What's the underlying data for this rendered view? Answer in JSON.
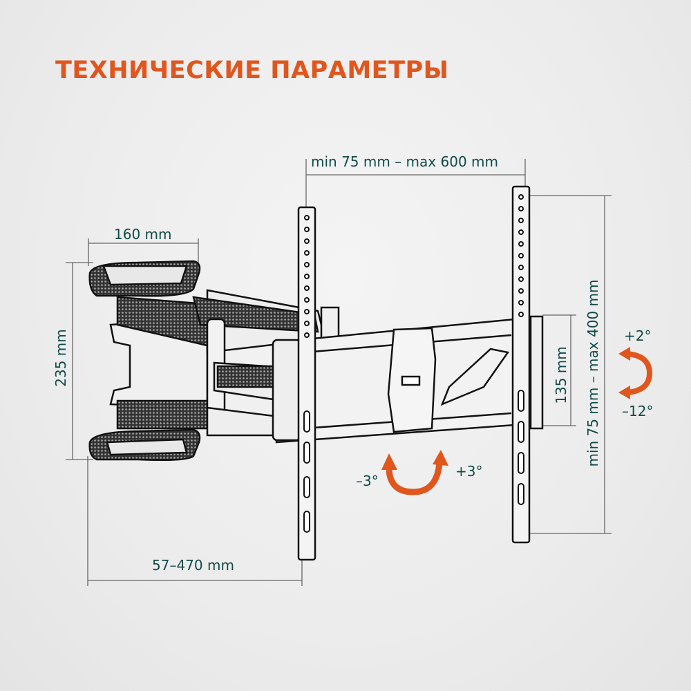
{
  "title": "ТЕХНИЧЕСКИЕ ПАРАМЕТРЫ",
  "colors": {
    "accent": "#e0561c",
    "text": "#0f4a48",
    "line": "#1a1a1a"
  },
  "dimensions": {
    "vesa_width": "min 75 mm – max 600 mm",
    "vesa_height": "min 75 mm – max 400 mm",
    "wall_plate_width": "160 mm",
    "wall_plate_height": "235 mm",
    "bracket_height": "135 mm",
    "extension": "57–470 mm"
  },
  "tilt": {
    "up": "+2°",
    "down": "–12°"
  },
  "swivel": {
    "left": "–3°",
    "right": "+3°"
  }
}
